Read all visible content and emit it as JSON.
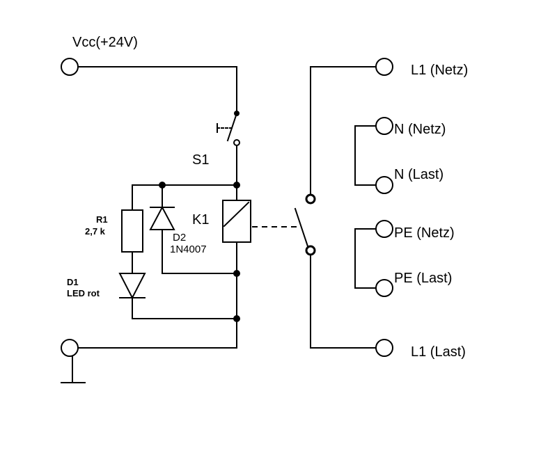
{
  "labels": {
    "vcc": "Vcc(+24V)",
    "s1": "S1",
    "k1": "K1",
    "r1_name": "R1",
    "r1_value": "2,7 k",
    "d2_name": "D2",
    "d2_type": "1N4007",
    "d1_name": "D1",
    "d1_type": "LED rot",
    "l1_netz": "L1 (Netz)",
    "n_netz": "N (Netz)",
    "n_last": "N (Last)",
    "pe_netz": "PE (Netz)",
    "pe_last": "PE (Last)",
    "l1_last": "L1 (Last)"
  }
}
